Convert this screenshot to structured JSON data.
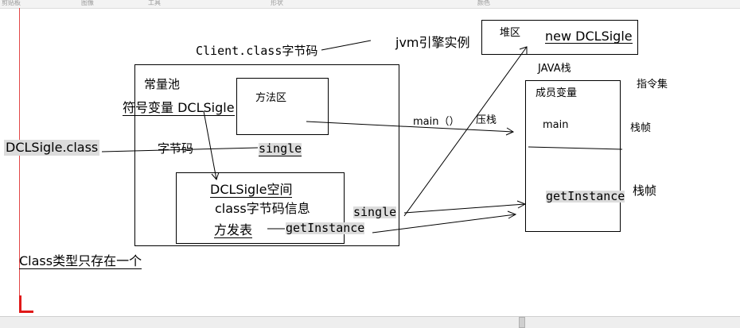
{
  "ribbon": {
    "clipboard": "剪贴板",
    "image": "图像",
    "tools": "工具",
    "shapes": "形状",
    "colors": "颜色"
  },
  "labels": {
    "client_class": "Client.class字节码",
    "jvm_instance": "jvm引擎实例",
    "heap": "堆区",
    "new_dclsigle": "new DCLSigle",
    "java_stack": "JAVA栈",
    "instruction_set": "指令集",
    "constant_pool": "常量池",
    "method_area": "方法区",
    "symbol_var": "符号变量 DCLSigle",
    "member_var": "成员变量",
    "main_call": "main（）",
    "push_stack": "压栈",
    "main": "main",
    "stack_frame_1": "栈帧",
    "dclsigle_class": "DCLSigle.class",
    "bytecode": "字节码",
    "single_1": "single",
    "dclsigle_space": "DCLSigle空间",
    "class_bytecode_info": "class字节码信息",
    "single_2": "single",
    "method_table": "方发表",
    "getinstance_1": "getInstance",
    "getinstance_2": "getInstance",
    "stack_frame_2": "栈帧",
    "class_only_one": "Class类型只存在一个"
  }
}
